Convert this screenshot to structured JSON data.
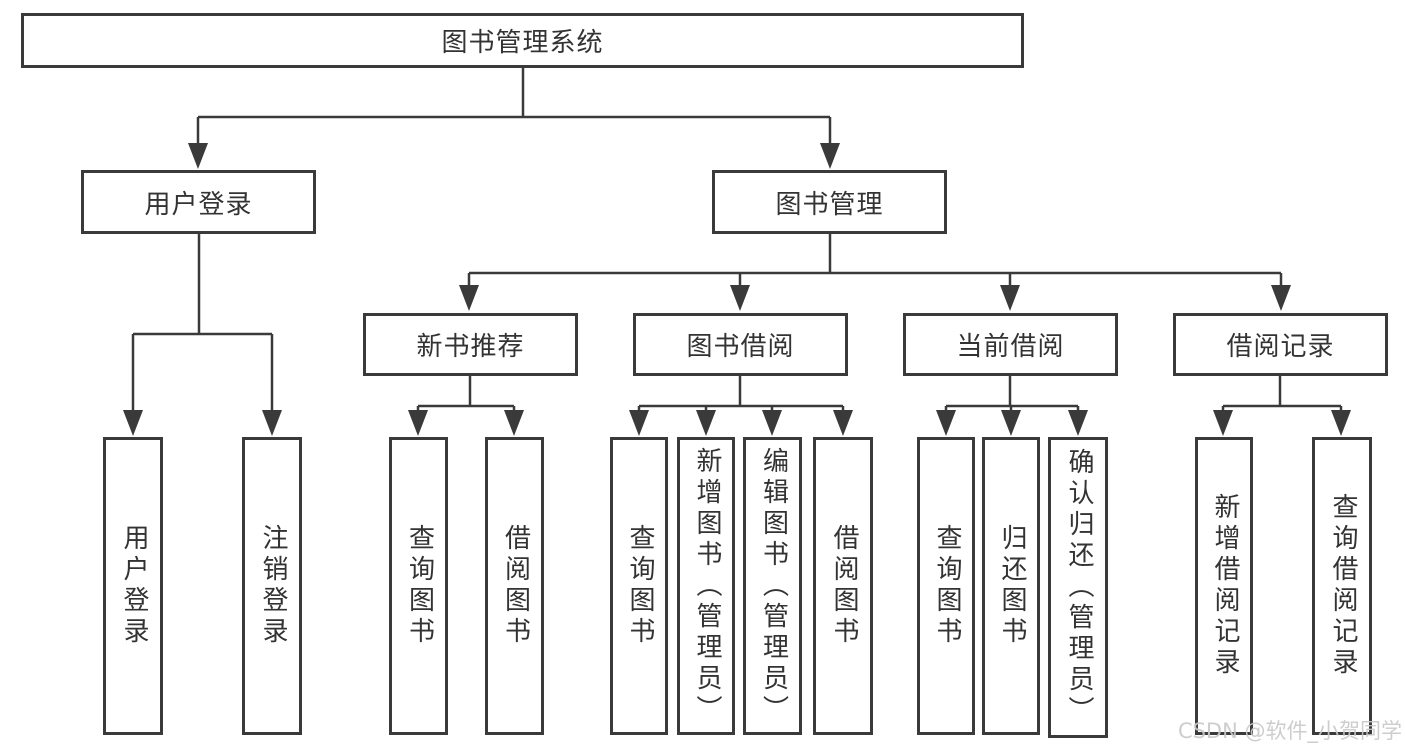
{
  "diagram_title": "图书管理系统",
  "watermark": "CSDN @软件_小贺同学",
  "colors": {
    "line": "#3a3a3a",
    "text": "#333333",
    "background": "#ffffff",
    "watermark": "#c9c9c9"
  },
  "tree": {
    "root": {
      "label": "图书管理系统"
    },
    "branches": {
      "user_login": {
        "label": "用户登录",
        "children": {
          "login": {
            "label": "用户登录"
          },
          "logout": {
            "label": "注销登录"
          }
        }
      },
      "book_mgmt": {
        "label": "图书管理",
        "children": {
          "new_book_rec": {
            "label": "新书推荐",
            "children": {
              "query_books": {
                "label": "查询图书"
              },
              "borrow_books": {
                "label": "借阅图书"
              }
            }
          },
          "book_borrow": {
            "label": "图书借阅",
            "children": {
              "query_books": {
                "label": "查询图书"
              },
              "add_books": {
                "label": "新增图书（管理员）"
              },
              "edit_books": {
                "label": "编辑图书（管理员）"
              },
              "borrow_books": {
                "label": "借阅图书"
              }
            }
          },
          "current_borrow": {
            "label": "当前借阅",
            "children": {
              "query_books": {
                "label": "查询图书"
              },
              "return_books": {
                "label": "归还图书"
              },
              "confirm_return": {
                "label": "确认归还（管理员）"
              }
            }
          },
          "borrow_records": {
            "label": "借阅记录",
            "children": {
              "add_record": {
                "label": "新增借阅记录"
              },
              "query_record": {
                "label": "查询借阅记录"
              }
            }
          }
        }
      }
    }
  }
}
